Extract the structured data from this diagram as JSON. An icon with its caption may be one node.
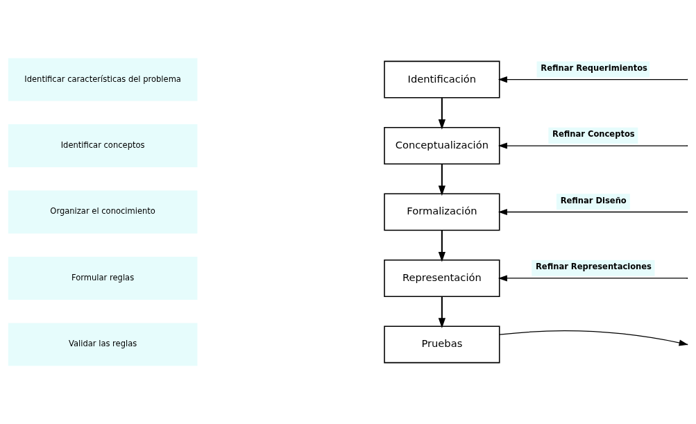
{
  "diagram": {
    "nodes": [
      {
        "text": [
          "Identificación"
        ]
      },
      {
        "text": [
          "Conceptualización"
        ]
      },
      {
        "text": [
          "Formalización"
        ]
      },
      {
        "text": [
          "Representación"
        ]
      },
      {
        "text": [
          "Pruebas"
        ]
      },
      {
        "text": [
          "Identificar características del problema"
        ]
      },
      {
        "text": [
          "Identificar conceptos"
        ]
      },
      {
        "text": [
          "Organizar el conocimiento"
        ]
      },
      {
        "text": [
          "Formular reglas"
        ]
      },
      {
        "text": [
          "Validar las reglas"
        ]
      }
    ],
    "edges": [
      {
        "from": 0,
        "to": 1,
        "arrow": "to"
      },
      {
        "from": 1,
        "to": 2,
        "arrow": "to"
      },
      {
        "from": 2,
        "to": 3,
        "arrow": "to"
      },
      {
        "from": 3,
        "to": 4,
        "arrow": "to"
      },
      {
        "from": null,
        "to": 0,
        "arrow": "to",
        "label": "Refinar Requerimientos"
      },
      {
        "from": null,
        "to": 1,
        "arrow": "to",
        "label": "Refinar Conceptos"
      },
      {
        "from": null,
        "to": 2,
        "arrow": "to",
        "label": "Refinar Diseño"
      },
      {
        "from": null,
        "to": 3,
        "arrow": "to",
        "label": "Refinar Representaciones"
      },
      {
        "from": 4,
        "to": null,
        "arrow": "to"
      }
    ]
  }
}
